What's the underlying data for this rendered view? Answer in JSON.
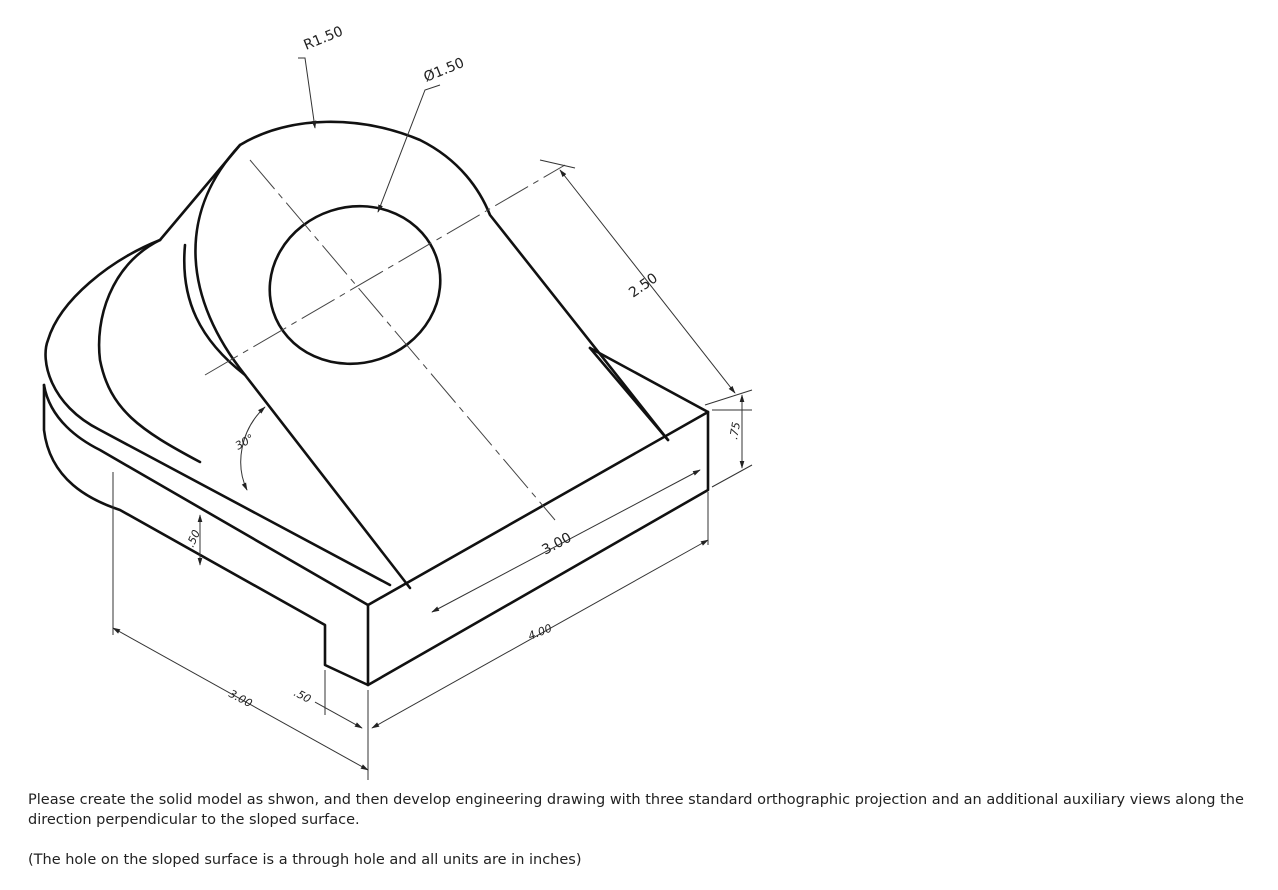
{
  "dimensions": {
    "radius": "R1.50",
    "hole_diameter": "Ø1.50",
    "slope_length": "2.50",
    "height": ".75",
    "angle": "30°",
    "base_thickness": ".50",
    "top_length": "3.00",
    "overall_length": "4.00",
    "base_width": "3.00",
    "step": ".50"
  },
  "instructions": {
    "main": "Please create the solid model as shwon, and then develop engineering drawing with three standard orthographic projection and an additional auxiliary views along the direction perpendicular to the sloped surface.",
    "note": "(The hole on the sloped surface is a through hole and all units are in inches)"
  },
  "colors": {
    "line": "#111111",
    "background": "#ffffff"
  }
}
